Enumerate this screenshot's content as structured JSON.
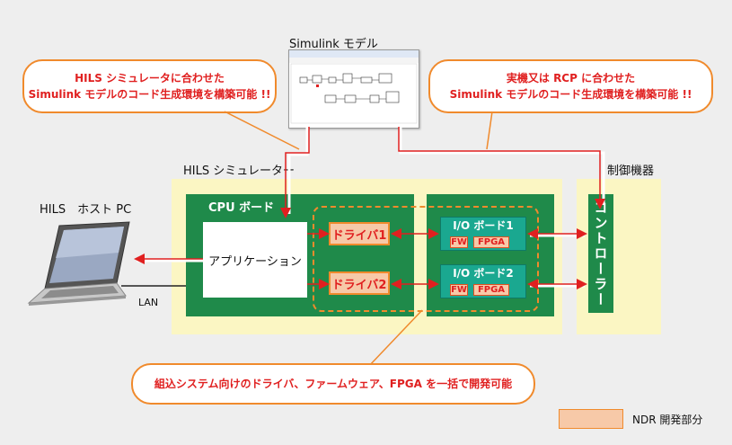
{
  "simulink": {
    "title": "Simulink モデル"
  },
  "callouts": {
    "left": [
      "HILS シミュレータに合わせた",
      "Simulink モデルのコード生成環境を構築可能 !!"
    ],
    "right": [
      "実機又は RCP に合わせた",
      "Simulink モデルのコード生成環境を構築可能 !!"
    ],
    "bottom": "組込システム向けのドライバ、ファームウェア、FPGA を一括で開発可能"
  },
  "hils": {
    "label": "HILS シミュレーター"
  },
  "host": {
    "label": "HILS　ホスト PC",
    "lan": "LAN"
  },
  "cpu": {
    "label": "CPU ボード",
    "app": "アプリケーション"
  },
  "drivers": [
    "ドライバ1",
    "ドライバ2"
  ],
  "io_boards": [
    {
      "title": "I/O ボード1",
      "fw": "FW",
      "fpga": "FPGA"
    },
    {
      "title": "I/O ボード2",
      "fw": "FW",
      "fpga": "FPGA"
    }
  ],
  "device": {
    "label": "制御機器",
    "controller": "コントローラー"
  },
  "legend": {
    "label": "NDR 開発部分"
  },
  "colors": {
    "arrow": "#e02020",
    "green": "#1f8a4a",
    "io": "#1aa890",
    "orange": "#f08a2c",
    "yellow": "#fbf6c3"
  }
}
